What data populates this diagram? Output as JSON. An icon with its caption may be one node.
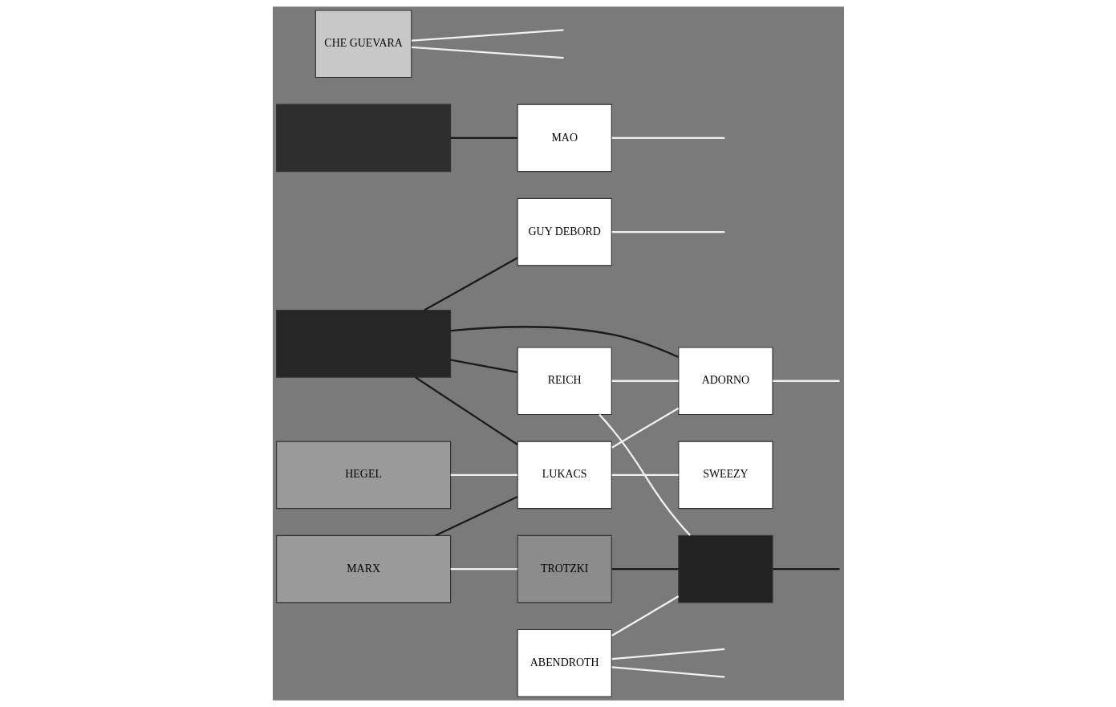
{
  "diagram": {
    "nodes": [
      {
        "text": [
          "HEGEL"
        ]
      },
      {
        "text": [
          "MARX"
        ]
      },
      {
        "text": [],
        "shape": "box"
      },
      {
        "text": [],
        "shape": "box"
      },
      {
        "text": [
          "LUKACS"
        ]
      },
      {
        "text": [
          "SWEEZY"
        ]
      },
      {
        "text": [
          "TROTZKI"
        ]
      },
      {
        "text": [
          "ABENDROTH"
        ]
      },
      {
        "text": [],
        "shape": "box"
      },
      {
        "text": [
          "REICH"
        ]
      },
      {
        "text": [
          "GUY DEBORD"
        ]
      },
      {
        "text": [
          "CHE GUEVARA"
        ]
      },
      {
        "text": [
          "ADORNO"
        ]
      },
      {
        "text": [
          "MAO"
        ]
      }
    ],
    "edges": [
      {
        "from": 0,
        "to": 4,
        "arrow": "none"
      },
      {
        "from": 1,
        "to": 4,
        "arrow": "none",
        "color": "#1a1a1a"
      },
      {
        "from": 1,
        "to": 6,
        "arrow": "none"
      },
      {
        "from": 2,
        "to": 4,
        "arrow": "none",
        "color": "#1a1a1a"
      },
      {
        "from": 2,
        "to": 9,
        "arrow": "none",
        "color": "#1a1a1a"
      },
      {
        "from": 2,
        "to": 10,
        "arrow": "none",
        "color": "#1a1a1a"
      },
      {
        "from": 2,
        "to": 12,
        "arrow": "none",
        "color": "#1a1a1a"
      },
      {
        "from": 3,
        "to": 13,
        "arrow": "none",
        "color": "#1a1a1a"
      },
      {
        "from": 4,
        "to": 5,
        "arrow": "none"
      },
      {
        "from": 4,
        "to": 12,
        "arrow": "none"
      },
      {
        "from": 6,
        "to": 8,
        "arrow": "none",
        "color": "#1a1a1a"
      },
      {
        "from": 7,
        "to": 8,
        "arrow": "none"
      },
      {
        "from": 9,
        "to": 8,
        "arrow": "none"
      },
      {
        "from": 9,
        "to": 12,
        "arrow": "none"
      },
      {
        "from": 7,
        "to": null,
        "arrow": "none"
      },
      {
        "from": 7,
        "to": null,
        "arrow": "none"
      },
      {
        "from": 8,
        "to": null,
        "arrow": "none",
        "color": "#1a1a1a"
      },
      {
        "from": 10,
        "to": null,
        "arrow": "none"
      },
      {
        "from": 11,
        "to": null,
        "arrow": "none"
      },
      {
        "from": 11,
        "to": null,
        "arrow": "none"
      },
      {
        "from": 12,
        "to": null,
        "arrow": "none"
      },
      {
        "from": 13,
        "to": null,
        "arrow": "none"
      }
    ]
  }
}
